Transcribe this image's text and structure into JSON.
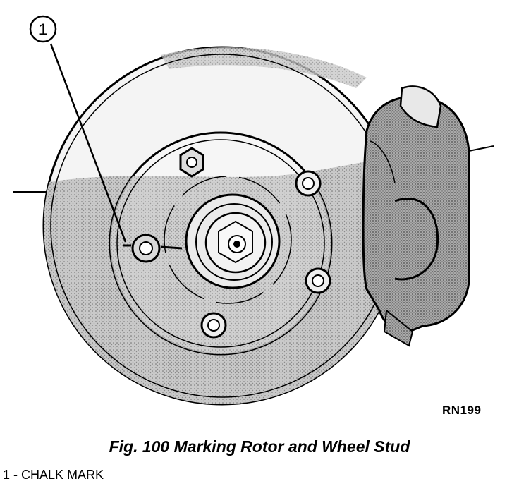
{
  "figure": {
    "callouts": [
      {
        "number": "1"
      }
    ],
    "reference_code": "RN199"
  },
  "caption": "Fig. 100 Marking Rotor and Wheel Stud",
  "legend": [
    {
      "text": "1 - CHALK MARK"
    }
  ]
}
